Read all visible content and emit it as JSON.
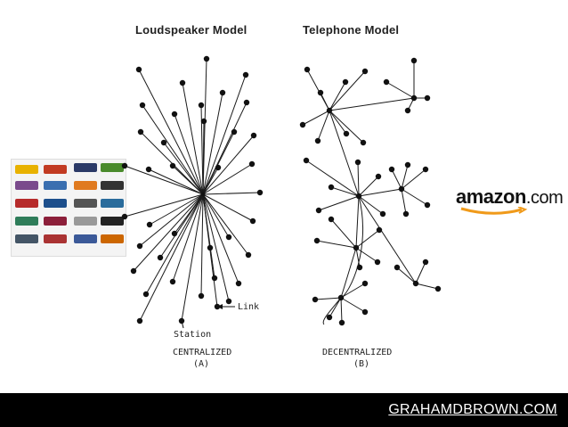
{
  "titles": {
    "left": "Loudspeaker Model",
    "right": "Telephone Model"
  },
  "diagram_labels": {
    "link": "Link",
    "station": "Station",
    "centralized": "CENTRALIZED",
    "centralized_sub": "(A)",
    "decentralized": "DECENTRALIZED",
    "decentralized_sub": "(B)"
  },
  "brand": {
    "amazon_word": "amazon",
    "amazon_tld": ".com",
    "amazon_smile_color": "#f09a1a"
  },
  "footer": {
    "link_text": "GRAHAMDBROWN.COM"
  },
  "colors": {
    "ink": "#1a1a1a",
    "footer_bg": "#000000",
    "footer_text": "#ffffff"
  }
}
